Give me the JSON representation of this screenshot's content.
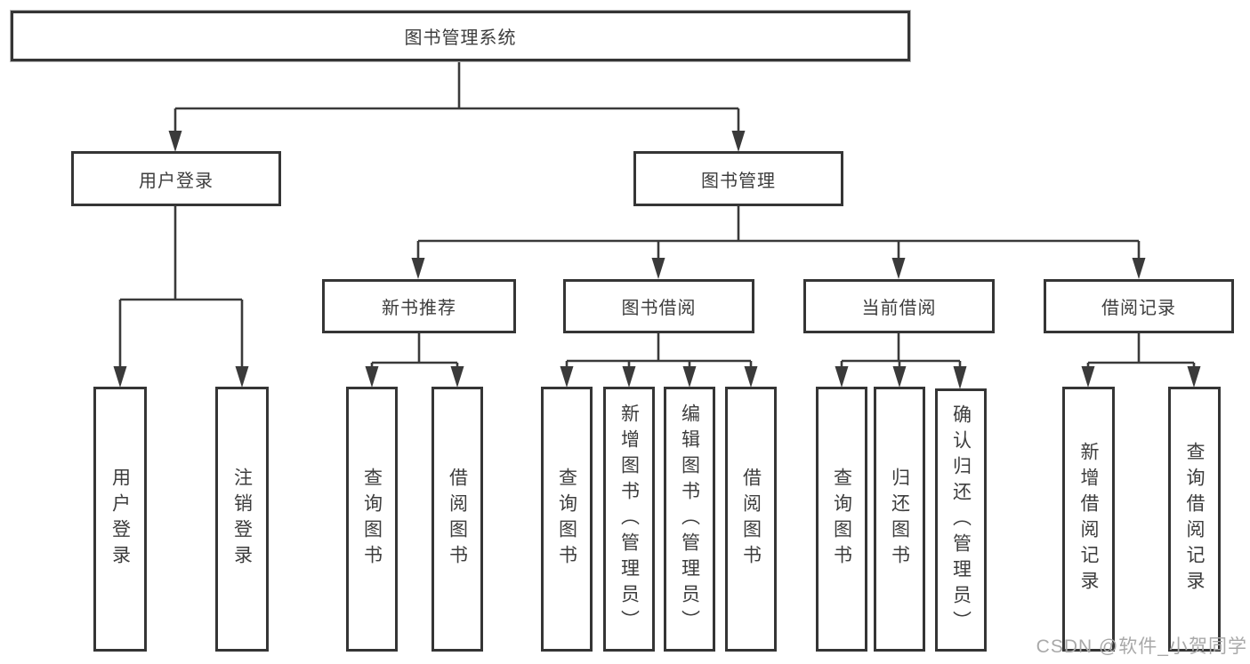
{
  "tree": {
    "root": {
      "label": "图书管理系统"
    },
    "branches": [
      {
        "label": "用户登录",
        "leaves": [
          {
            "label": "用户登录"
          },
          {
            "label": "注销登录"
          }
        ]
      },
      {
        "label": "图书管理",
        "groups": [
          {
            "label": "新书推荐",
            "leaves": [
              {
                "label": "查询图书"
              },
              {
                "label": "借阅图书"
              }
            ]
          },
          {
            "label": "图书借阅",
            "leaves": [
              {
                "label": "查询图书"
              },
              {
                "label": "新增图书（管理员）"
              },
              {
                "label": "编辑图书（管理员）"
              },
              {
                "label": "借阅图书"
              }
            ]
          },
          {
            "label": "当前借阅",
            "leaves": [
              {
                "label": "查询图书"
              },
              {
                "label": "归还图书"
              },
              {
                "label": "确认归还（管理员）"
              }
            ]
          },
          {
            "label": "借阅记录",
            "leaves": [
              {
                "label": "新增借阅记录"
              },
              {
                "label": "查询借阅记录"
              }
            ]
          }
        ]
      }
    ]
  },
  "watermark": {
    "text": "CSDN @软件_小贺同学"
  },
  "colors": {
    "line": "#3a3a3a",
    "box_border": "#353535",
    "text": "#3d3d3d",
    "background": "#ffffff",
    "watermark": "#a9a9a9"
  }
}
